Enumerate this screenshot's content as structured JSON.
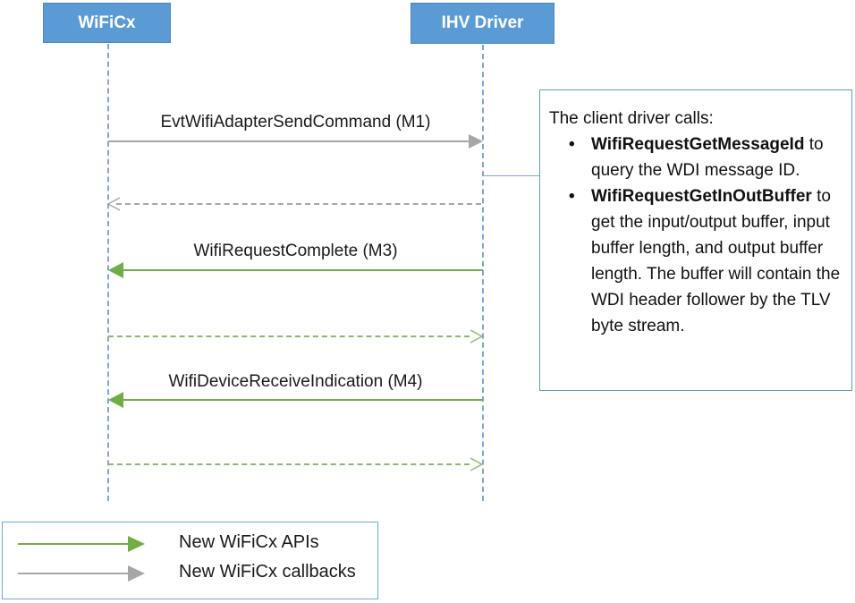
{
  "diagram": {
    "actors": [
      {
        "label": "WiFiCx"
      },
      {
        "label": "IHV Driver"
      }
    ],
    "messages": [
      {
        "label": "EvtWifiAdapterSendCommand (M1)",
        "kind": "callback",
        "style": "solid",
        "from": "WiFiCx",
        "to": "IHV Driver"
      },
      {
        "label": "",
        "kind": "callback-return",
        "style": "dashed",
        "from": "IHV Driver",
        "to": "WiFiCx"
      },
      {
        "label": "WifiRequestComplete (M3)",
        "kind": "api",
        "style": "solid",
        "from": "IHV Driver",
        "to": "WiFiCx"
      },
      {
        "label": "",
        "kind": "api-return",
        "style": "dashed",
        "from": "WiFiCx",
        "to": "IHV Driver"
      },
      {
        "label": "WifiDeviceReceiveIndication (M4)",
        "kind": "api",
        "style": "solid",
        "from": "IHV Driver",
        "to": "WiFiCx"
      },
      {
        "label": "",
        "kind": "api-return",
        "style": "dashed",
        "from": "WiFiCx",
        "to": "IHV Driver"
      }
    ],
    "note": {
      "intro": "The client driver calls:",
      "bullets": [
        {
          "api": "WifiRequestGetMessageId",
          "text": " to query the WDI message ID."
        },
        {
          "api": "WifiRequestGetInOutBuffer",
          "text": " to get the input/output buffer, input buffer length, and output buffer length. The buffer will contain the WDI header follower by the TLV byte stream."
        }
      ]
    },
    "legend": {
      "items": [
        {
          "label": "New WiFiCx APIs",
          "arrow_color": "#70AD47"
        },
        {
          "label": "New WiFiCx callbacks",
          "arrow_color": "#A6A6A6"
        }
      ]
    },
    "colors": {
      "actor_fill": "#5B9BD5",
      "lifeline": "#7EA6D9",
      "api_green": "#70AD47",
      "api_green_dashed": "#8CB86C",
      "callback_gray": "#A6A6A6",
      "note_border": "#5B9BD5",
      "text": "#1A1A1A"
    }
  }
}
